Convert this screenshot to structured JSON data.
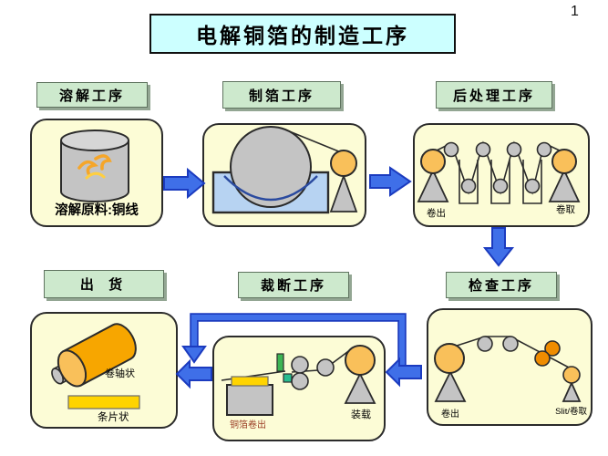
{
  "page": {
    "number": "1"
  },
  "title": "电解铜箔的制造工序",
  "colors": {
    "cyan_title": "#ccffff",
    "green_label": "#cde9cd",
    "green_shadow": "#93a693",
    "panel_bg": "#fcfcd6",
    "arrow_fill": "#3f6fe8",
    "arrow_stroke": "#1b3bbf",
    "stroke": "#2b2b2b",
    "metal": "#c4c4c4",
    "metal_light": "#d6d6d6",
    "orange_roll": "#f7a600",
    "orange_light": "#f9c05a",
    "orange_dark": "#ef8c00",
    "water": "#b7d3f2",
    "water_dark": "#2a4a9f",
    "yellow_bar": "#ffd400",
    "green_blade": "#3cb554",
    "teal_block": "#28bd8f",
    "copper_text": "#993a22",
    "copper_squiggle": "#f5a62a",
    "copper_squiggle2": "#ffcf40"
  },
  "stages": {
    "dissolve": {
      "label": "溶解工序",
      "caption": "溶解原料:铜线"
    },
    "foil": {
      "label": "制箔工序"
    },
    "post": {
      "label": "后处理工序",
      "unwind": "卷出",
      "wind": "卷取"
    },
    "ship": {
      "label": "出 货",
      "roll_form": "卷轴状",
      "strip_form": "条片状"
    },
    "cut": {
      "label": "裁断工序",
      "load": "装载",
      "foil_unwind": "铜箔卷出"
    },
    "inspect": {
      "label": "检查工序",
      "unwind": "卷出",
      "slit_wind": "Slit/卷取"
    }
  }
}
